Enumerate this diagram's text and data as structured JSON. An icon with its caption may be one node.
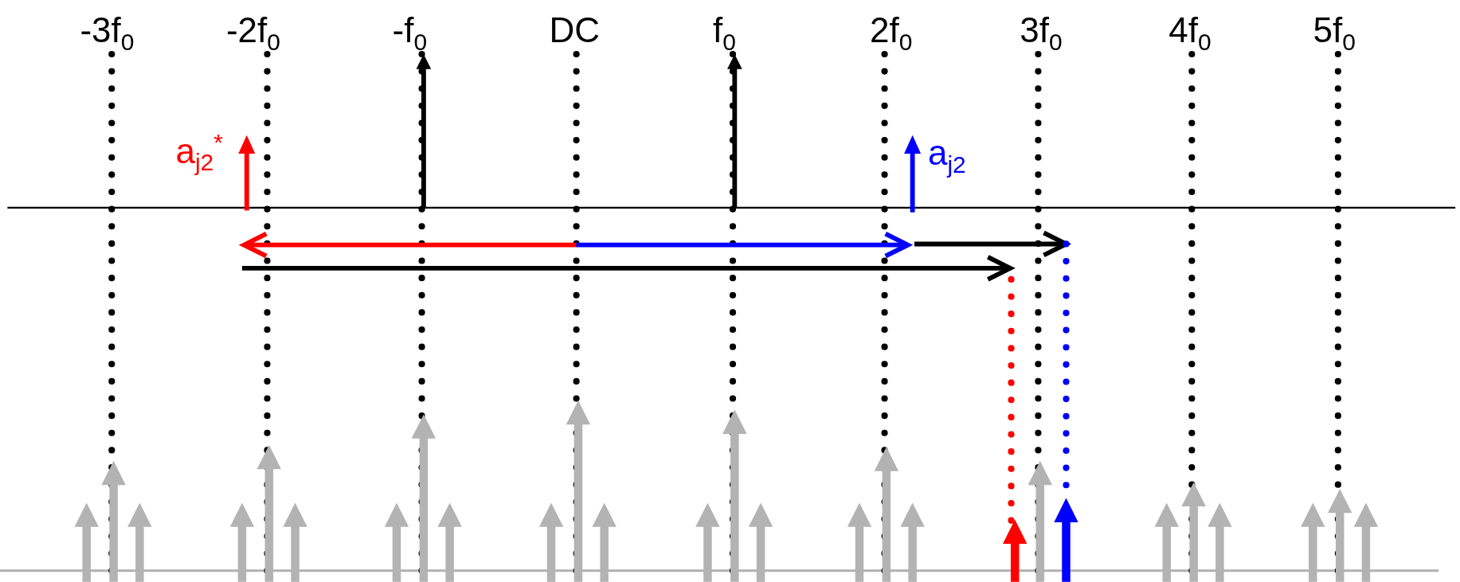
{
  "diagram": {
    "labels": [
      "-3f$_{0}$",
      "-2f$_{0}$",
      "-f$_{0}$",
      "DC",
      "f$_{0}$",
      "2f$_{0}$",
      "3f$_{0}$",
      "4f$_{0}$",
      "5f$_{0}$",
      "a$_{j2}$$^{*}$",
      "a$_{j2}$"
    ]
  }
}
